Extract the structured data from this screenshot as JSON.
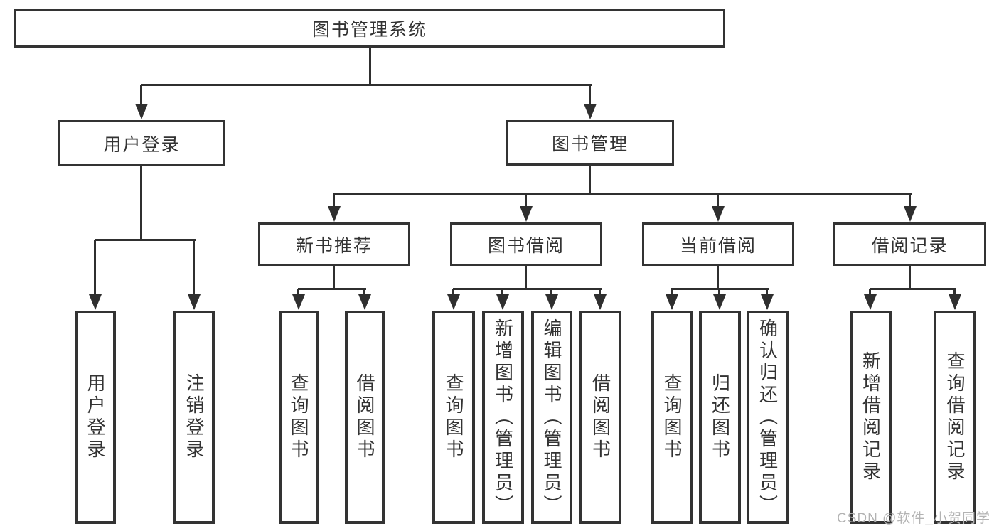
{
  "tree": {
    "label": "图书管理系统",
    "children": [
      {
        "label": "用户登录",
        "children": [
          {
            "label": "用户登录"
          },
          {
            "label": "注销登录"
          }
        ]
      },
      {
        "label": "图书管理",
        "children": [
          {
            "label": "新书推荐",
            "children": [
              {
                "label": "查询图书"
              },
              {
                "label": "借阅图书"
              }
            ]
          },
          {
            "label": "图书借阅",
            "children": [
              {
                "label": "查询图书"
              },
              {
                "label": "新增图书（管理员）"
              },
              {
                "label": "编辑图书（管理员）"
              },
              {
                "label": "借阅图书"
              }
            ]
          },
          {
            "label": "当前借阅",
            "children": [
              {
                "label": "查询图书"
              },
              {
                "label": "归还图书"
              },
              {
                "label": "确认归还（管理员）"
              }
            ]
          },
          {
            "label": "借阅记录",
            "children": [
              {
                "label": "新增借阅记录"
              },
              {
                "label": "查询借阅记录"
              }
            ]
          }
        ]
      }
    ]
  },
  "watermark": "CSDN @软件_小贺同学",
  "colors": {
    "line": "#2f2f2f",
    "border": "#333333",
    "text": "#333333",
    "background": "#ffffff",
    "watermark": "#b3b3b3"
  }
}
